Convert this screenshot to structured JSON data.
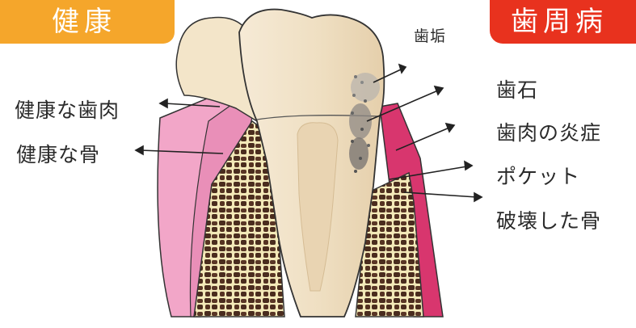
{
  "headers": {
    "healthy": "健康",
    "periodontal": "歯周病"
  },
  "left_labels": {
    "healthy_gum": "健康な歯肉",
    "healthy_bone": "健康な骨"
  },
  "right_labels": {
    "plaque": "歯垢",
    "tartar": "歯石",
    "gum_inflammation": "歯肉の炎症",
    "pocket": "ポケット",
    "destroyed_bone": "破壊した骨"
  },
  "colors": {
    "healthy_badge": "#f5a62b",
    "periodontal_badge": "#e8321e",
    "healthy_gum": "#f2a6c8",
    "inflamed_gum": "#d8366e",
    "bone": "#4a2c1e",
    "tooth": "#f1e2c8"
  }
}
